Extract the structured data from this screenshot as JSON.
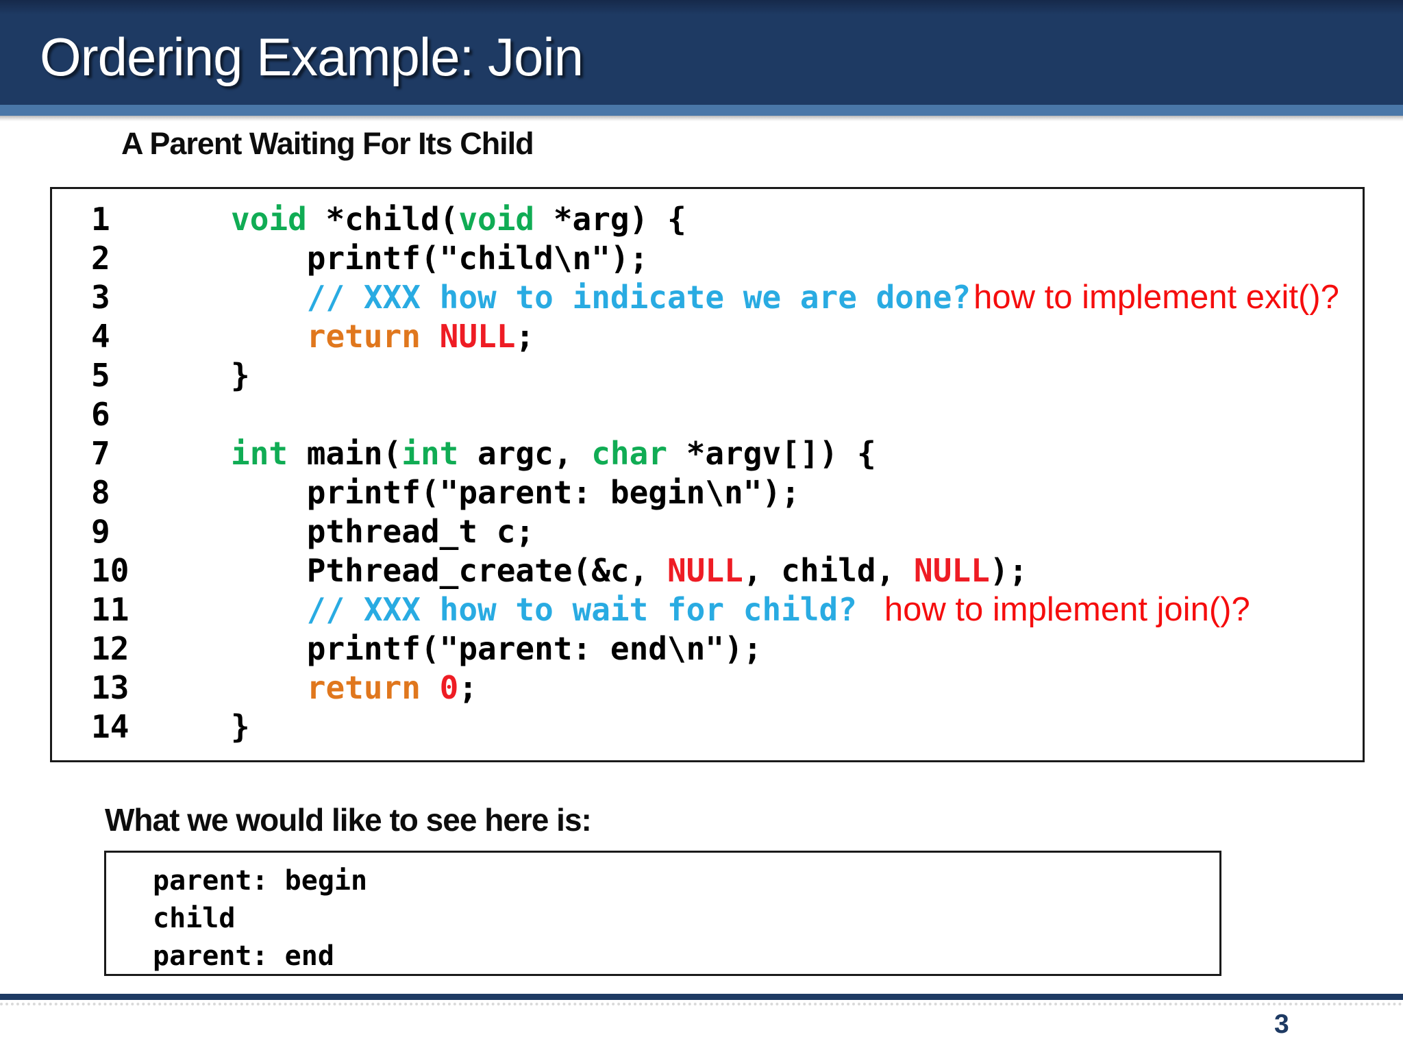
{
  "slide": {
    "title": "Ordering Example: Join",
    "subtitle": "A Parent Waiting For Its Child",
    "output_heading": "What we would like to see here is:",
    "page_number": "3"
  },
  "colors": {
    "navy": "#1e3a63",
    "navy_dark": "#16294a",
    "stripe_blue": "#4a77a8",
    "kw_green": "#10ac54",
    "comment_cyan": "#29abe2",
    "kw_orange": "#e0771d",
    "lit_red": "#ee1c24",
    "annot_red": "#f50d0d"
  },
  "code": {
    "lines": [
      {
        "num": "1",
        "segments": [
          {
            "t": "void",
            "c": "green"
          },
          {
            "t": " *child(",
            "c": "black"
          },
          {
            "t": "void",
            "c": "green"
          },
          {
            "t": " *arg) {",
            "c": "black"
          }
        ]
      },
      {
        "num": "2",
        "segments": [
          {
            "t": "    printf(\"child\\n\");",
            "c": "black"
          }
        ]
      },
      {
        "num": "3",
        "segments": [
          {
            "t": "    // XXX how to indicate we are done?",
            "c": "cyan"
          }
        ],
        "annotation": "how to implement exit()?",
        "annotation_name": "annotation-exit"
      },
      {
        "num": "4",
        "segments": [
          {
            "t": "    return ",
            "c": "orange"
          },
          {
            "t": "NULL",
            "c": "red"
          },
          {
            "t": ";",
            "c": "black"
          }
        ]
      },
      {
        "num": "5",
        "segments": [
          {
            "t": "}",
            "c": "black"
          }
        ]
      },
      {
        "num": "6",
        "segments": []
      },
      {
        "num": "7",
        "segments": [
          {
            "t": "int",
            "c": "green"
          },
          {
            "t": " main(",
            "c": "black"
          },
          {
            "t": "int",
            "c": "green"
          },
          {
            "t": " argc, ",
            "c": "black"
          },
          {
            "t": "char",
            "c": "green"
          },
          {
            "t": " *argv[]) {",
            "c": "black"
          }
        ]
      },
      {
        "num": "8",
        "segments": [
          {
            "t": "    printf(\"parent: begin\\n\");",
            "c": "black"
          }
        ]
      },
      {
        "num": "9",
        "segments": [
          {
            "t": "    pthread_t c;",
            "c": "black"
          }
        ]
      },
      {
        "num": "10",
        "segments": [
          {
            "t": "    Pthread_create(&c, ",
            "c": "black"
          },
          {
            "t": "NULL",
            "c": "red"
          },
          {
            "t": ", child, ",
            "c": "black"
          },
          {
            "t": "NULL",
            "c": "red"
          },
          {
            "t": ");",
            "c": "black"
          }
        ]
      },
      {
        "num": "11",
        "segments": [
          {
            "t": "    // XXX how to wait for child?",
            "c": "cyan"
          }
        ],
        "annotation": "how to implement join()?",
        "annotation_name": "annotation-join"
      },
      {
        "num": "12",
        "segments": [
          {
            "t": "    printf(\"parent: end\\n\");",
            "c": "black"
          }
        ]
      },
      {
        "num": "13",
        "segments": [
          {
            "t": "    return ",
            "c": "orange"
          },
          {
            "t": "0",
            "c": "red"
          },
          {
            "t": ";",
            "c": "black"
          }
        ]
      },
      {
        "num": "14",
        "segments": [
          {
            "t": "}",
            "c": "black"
          }
        ]
      }
    ]
  },
  "output_box": {
    "lines": [
      "parent: begin",
      "child",
      "parent: end"
    ]
  }
}
